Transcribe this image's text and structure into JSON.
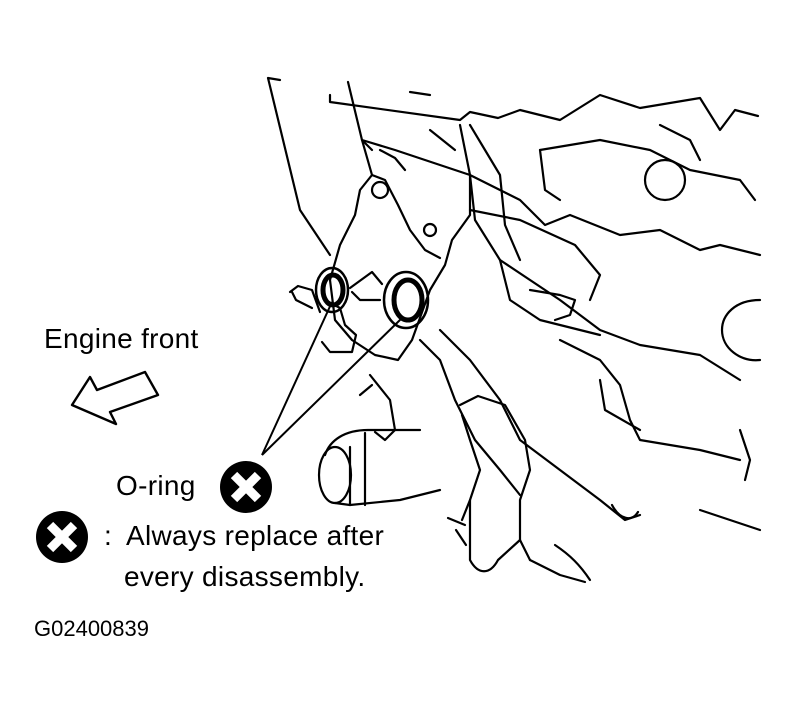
{
  "labels": {
    "engine_front": "Engine front",
    "o_ring": "O-ring",
    "note_colon": ":",
    "note_line1": "Always replace after",
    "note_line2": "every disassembly.",
    "figure_id": "G02400839"
  },
  "icons": {
    "replace_symbol": "x-in-circle-icon",
    "direction_arrow": "arrow-outline-icon"
  },
  "colors": {
    "ink": "#000000",
    "paper": "#ffffff"
  }
}
